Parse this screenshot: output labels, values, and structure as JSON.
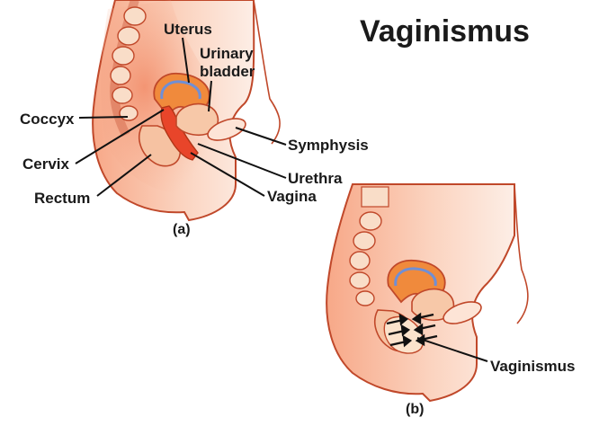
{
  "title": "Vaginismus",
  "panel_a": {
    "caption": "(a)",
    "labels": {
      "uterus": "Uterus",
      "urinary_bladder_line1": "Urinary",
      "urinary_bladder_line2": "bladder",
      "coccyx": "Coccyx",
      "cervix": "Cervix",
      "rectum": "Rectum",
      "symphysis": "Symphysis",
      "urethra": "Urethra",
      "vagina": "Vagina"
    }
  },
  "panel_b": {
    "caption": "(b)",
    "labels": {
      "vaginismus": "Vaginismus"
    }
  },
  "colors": {
    "skin": "#f6b79a",
    "skin_light": "#fde4d6",
    "outline": "#c0482a",
    "organ_red": "#e8452a",
    "uterus_orange": "#f08a3c",
    "bladder": "#f7c8a8",
    "spine_pale": "#f9ddc8",
    "blue_lining": "#6f8fd6",
    "text": "#1a1a1a"
  }
}
